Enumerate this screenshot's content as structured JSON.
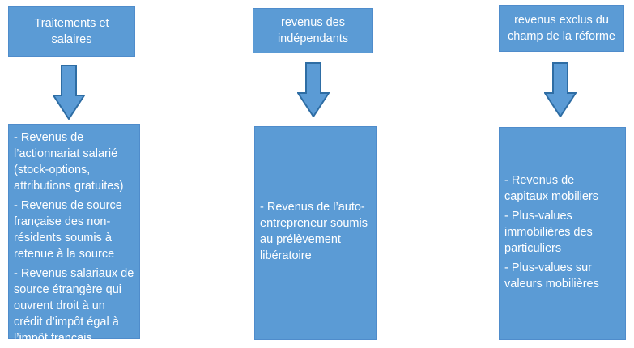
{
  "columns": [
    {
      "header": "Traitements et salaires",
      "items": [
        "- Revenus de l’actionnariat salarié (stock-options, attributions gratuites)",
        "- Revenus de source française des non-résidents soumis à retenue à la source",
        "- Revenus salariaux de source étrangère qui ouvrent droit à un crédit d’impôt égal à l’impôt français"
      ]
    },
    {
      "header": "revenus des indépendants",
      "items": [
        "- Revenus de l’auto-entrepreneur soumis au prélèvement libératoire"
      ]
    },
    {
      "header": "revenus exclus du champ de la réforme",
      "items": [
        "- Revenus de capitaux mobiliers",
        "- Plus-values immobilières des particuliers",
        "- Plus-values sur valeurs mobilières"
      ]
    }
  ],
  "colors": {
    "box_fill": "#5b9bd5",
    "box_border": "#4f8ccb",
    "arrow_fill": "#5b9bd5",
    "arrow_stroke": "#2e6da4",
    "text": "#ffffff"
  }
}
